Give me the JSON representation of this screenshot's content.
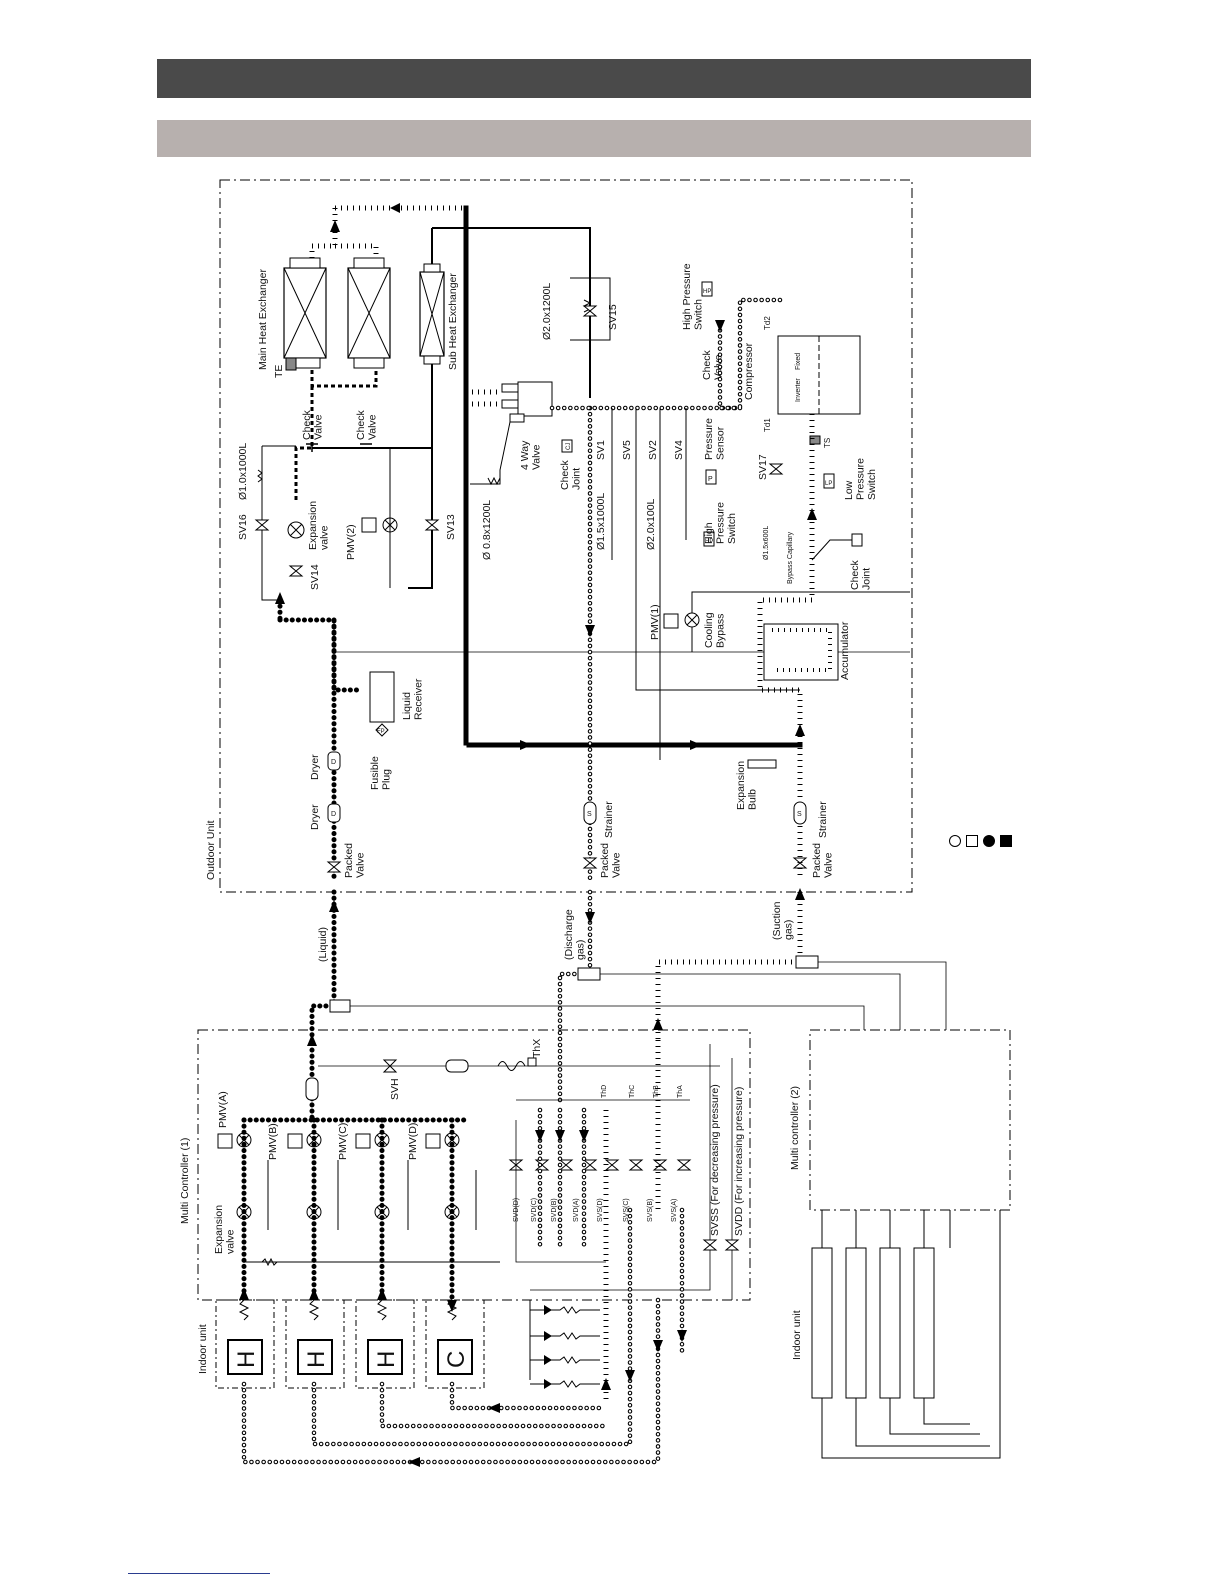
{
  "outdoor": {
    "title": "Outdoor Unit",
    "main_hx": "Main Heat Exchanger",
    "sub_hx": "Sub Heat Exchanger",
    "te": "TE",
    "check_valve": "Check\nValve",
    "sv16": "SV16",
    "sv14": "SV14",
    "sv13": "SV13",
    "sv15": "SV15",
    "sv17": "SV17",
    "sv1": "SV1",
    "sv5": "SV5",
    "sv2": "SV2",
    "sv4": "SV4",
    "cap_10x1000": "Ø1.0x1000L",
    "cap_08x1200": "Ø 0.8x1200L",
    "cap_20x1200": "Ø2.0x1200L",
    "cap_15x1000": "Ø1.5x1000L",
    "cap_20x100": "Ø2.0x100L",
    "cap_15x600": "Ø1.5x600L",
    "bypass_capillary": "Bypass Capillary",
    "expansion_valve": "Expansion\nvalve",
    "pmv2": "PMV(2)",
    "pmv1": "PMV(1)",
    "cooling_bypass": "Cooling\nBypass",
    "four_way": "4 Way\nValve",
    "check_joint": "Check\nJoint",
    "cj": "CJ",
    "pressure_sensor": "Pressure\nSensor",
    "p": "P",
    "high_pressure_switch": "High\nPressure\nSwitch",
    "hp": "HP",
    "high_pressure_switch2": "High Pressure\nSwitch",
    "low_pressure_switch": "Low\nPressure\nSwitch",
    "lp": "LP",
    "compressor": "Compressor",
    "inverter": "Inverter",
    "fixed": "Fixed",
    "td1": "Td1",
    "td2": "Td2",
    "ts": "TS",
    "accumulator": "Accumulator",
    "liquid_receiver": "Liquid\nReceiver",
    "fusible_plug": "Fusible\nPlug",
    "fp": "FP",
    "dryer": "Dryer",
    "d": "D",
    "packed_valve": "Packed\nValve",
    "strainer": "Strainer",
    "s": "S",
    "expansion_bulb": "Expansion\nBulb"
  },
  "lines": {
    "liquid": "(Liquid)",
    "discharge": "(Discharge\ngas)",
    "suction": "(Suction\ngas)"
  },
  "mc1": {
    "title": "Multi Controller (1)",
    "expansion_valve": "Expansion\nvalve",
    "pmv_a": "PMV(A)",
    "pmv_b": "PMV(B)",
    "pmv_c": "PMV(C)",
    "pmv_d": "PMV(D)",
    "svh": "SVH",
    "thx": "ThX",
    "tha": "ThA",
    "thb": "ThB",
    "thc": "ThC",
    "thd": "ThD",
    "svd_d": "SVD(D)",
    "svd_c": "SVD(C)",
    "svd_b": "SVD(B)",
    "svd_a": "SVD(A)",
    "svs_d": "SVS(D)",
    "svs_c": "SVS(C)",
    "svs_b": "SVS(B)",
    "svs_a": "SVS(A)",
    "svss": "SVSS (For decreasing pressure)",
    "svdd": "SVDD (For increasing pressure)"
  },
  "indoor": {
    "title": "Indoor unit",
    "units": [
      "H",
      "H",
      "H",
      "C"
    ]
  },
  "mc2": {
    "title": "Multi controller (2)",
    "indoor_title": "Indoor unit"
  },
  "colors": {
    "header": "#4a4a4a",
    "subheader": "#b7b0ae",
    "line": "#000000"
  },
  "legend": [
    "open-circle",
    "open-square",
    "filled-circle",
    "filled-square"
  ]
}
